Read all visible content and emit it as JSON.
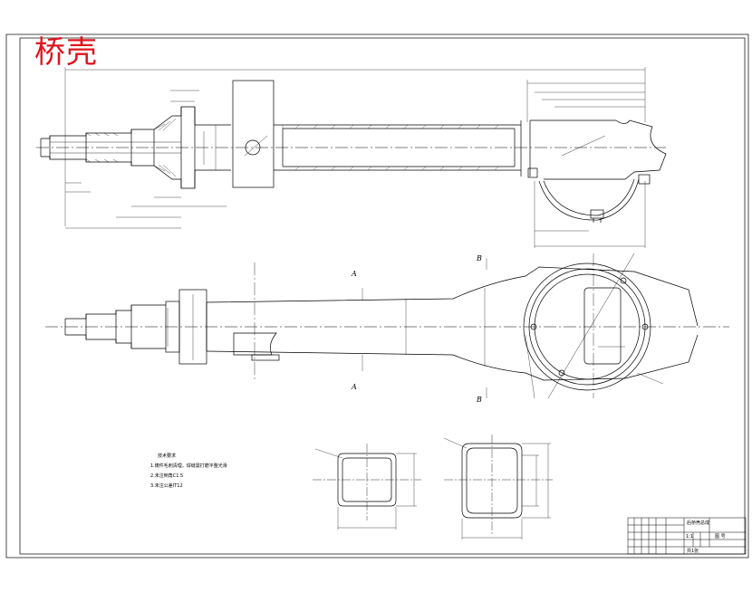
{
  "drawing": {
    "title": "桥壳",
    "section_labels": {
      "a_top": "A",
      "a_bottom": "A",
      "b_top": "B",
      "b_bottom": "B"
    },
    "technical_notes": {
      "heading": "技术要求",
      "items": [
        "1.铸件毛刺清理，焊缝需打磨平整光滑",
        "2.未注倒角C1.5",
        "3.未注公差IT12"
      ]
    },
    "title_block": {
      "part_name": "后桥壳总成",
      "drawing_no": "图 号",
      "scale": "1:1",
      "sheet": "共1张"
    }
  },
  "colors": {
    "title": "#e0141e",
    "lines": "#000000",
    "background": "#ffffff"
  }
}
